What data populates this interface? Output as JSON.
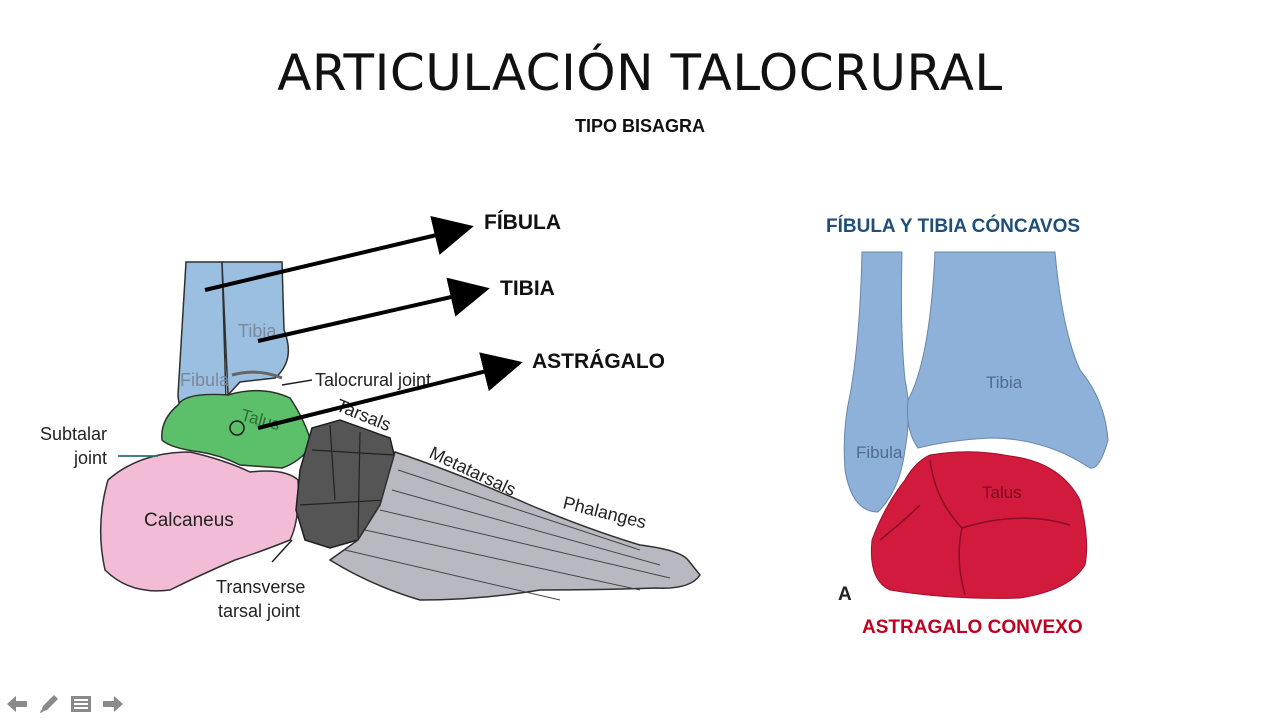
{
  "slide": {
    "title": "ARTICULACIÓN TALOCRURAL",
    "subtitle": "TIPO BISAGRA"
  },
  "callouts": {
    "fibula": "FÍBULA",
    "tibia": "TIBIA",
    "talus": "ASTRÁGALO"
  },
  "left_figure": {
    "labels": {
      "tibia": "Tibia",
      "fibula": "Fibula",
      "talus": "Talus",
      "talocrural_joint": "Talocrural joint",
      "tarsals": "Tarsals",
      "metatarsals": "Metatarsals",
      "phalanges": "Phalanges",
      "subtalar_line1": "Subtalar",
      "subtalar_line2": "joint",
      "calcaneus": "Calcaneus",
      "transverse_line1": "Transverse",
      "transverse_line2": "tarsal joint"
    }
  },
  "right_figure": {
    "caption_top": "FÍBULA Y TIBIA CÓNCAVOS",
    "caption_bottom": "ASTRAGALO CONVEXO",
    "labels": {
      "tibia": "Tibia",
      "fibula": "Fibula",
      "talus": "Talus",
      "panel_letter": "A"
    }
  },
  "colors": {
    "bone_blue": "#9bbfe0",
    "talus_green": "#5cbf6a",
    "calcaneus_pink": "#f2bcd6",
    "tarsal_dark": "#555555",
    "foot_grey": "#b8b8c0",
    "talus_red": "#d21a3c",
    "caption_blue": "#1f4e79",
    "caption_red": "#c00020"
  },
  "toolbar": {
    "items": [
      "back-arrow-icon",
      "pen-icon",
      "menu-icon",
      "forward-arrow-icon"
    ]
  }
}
